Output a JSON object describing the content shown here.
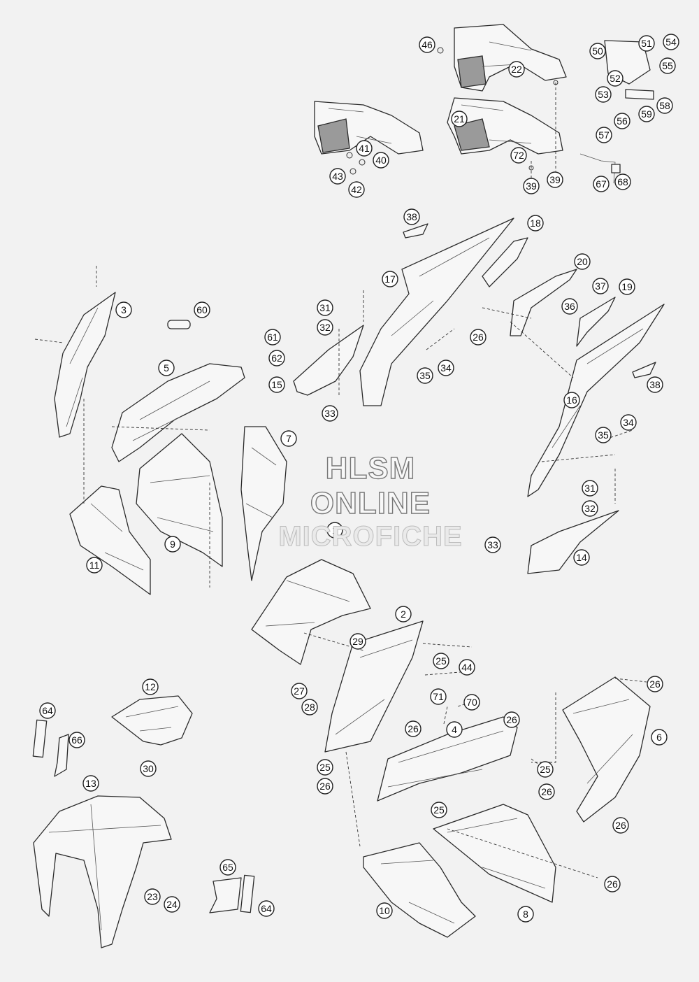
{
  "watermark": {
    "line1": "HLSM",
    "line2": "ONLINE",
    "line3": "MICROFICHE"
  },
  "callouts": [
    "1",
    "2",
    "3",
    "4",
    "5",
    "6",
    "7",
    "8",
    "9",
    "10",
    "11",
    "12",
    "13",
    "14",
    "15",
    "16",
    "17",
    "18",
    "19",
    "20",
    "21",
    "22",
    "23",
    "24",
    "25",
    "26",
    "27",
    "28",
    "29",
    "30",
    "31",
    "32",
    "33",
    "34",
    "35",
    "36",
    "37",
    "38",
    "39",
    "40",
    "41",
    "42",
    "43",
    "44",
    "46",
    "50",
    "51",
    "52",
    "53",
    "54",
    "55",
    "56",
    "57",
    "58",
    "59",
    "60",
    "61",
    "62",
    "64",
    "65",
    "66",
    "67",
    "68",
    "70",
    "71",
    "72"
  ]
}
